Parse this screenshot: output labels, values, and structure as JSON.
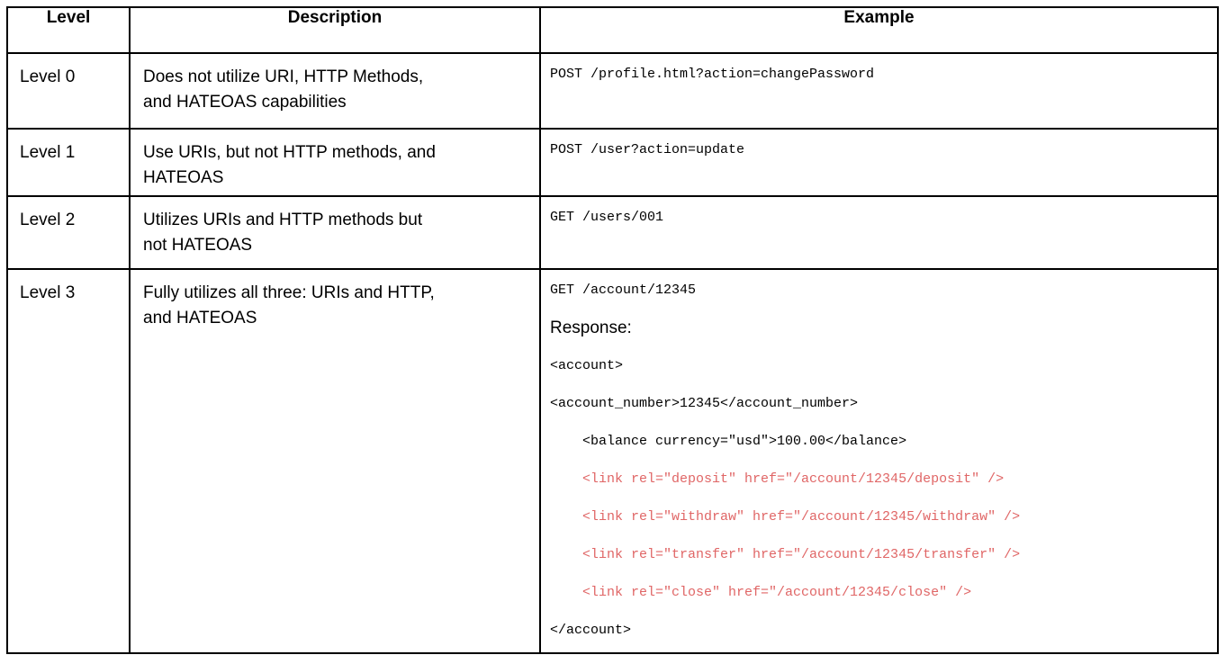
{
  "colors": {
    "border": "#000000",
    "text": "#000000",
    "code_red": "#e06666",
    "background": "#ffffff"
  },
  "table": {
    "headers": {
      "level": "Level",
      "description": "Description",
      "example": "Example"
    },
    "rows": [
      {
        "level": "Level 0",
        "description": "Does not utilize URI, HTTP Methods, and HATEOAS capabilities",
        "example_lines": [
          {
            "text": "POST /profile.html?action=changePassword",
            "style": "line-mono"
          }
        ]
      },
      {
        "level": "Level 1",
        "description": "Use URIs, but not HTTP methods, and HATEOAS",
        "example_lines": [
          {
            "text": "POST /user?action=update",
            "style": "line-mono"
          }
        ]
      },
      {
        "level": "Level 2",
        "description": "Utilizes URIs and HTTP methods but not HATEOAS",
        "example_lines": [
          {
            "text": "GET /users/001",
            "style": "line-mono"
          }
        ]
      },
      {
        "level": "Level 3",
        "description": "Fully utilizes all three: URIs and HTTP, and HATEOAS",
        "example_lines": [
          {
            "text": "GET /account/12345",
            "style": "line-mono"
          },
          {
            "text": "Response:",
            "style": "line-sans"
          },
          {
            "text": "<account>",
            "style": "line-mono"
          },
          {
            "text": "<account_number>12345</account_number>",
            "style": "line-mono"
          },
          {
            "text": "    <balance currency=\"usd\">100.00</balance>",
            "style": "line-mono"
          },
          {
            "text": "    <link rel=\"deposit\" href=\"/account/12345/deposit\" />",
            "style": "line-mono-red"
          },
          {
            "text": "    <link rel=\"withdraw\" href=\"/account/12345/withdraw\" />",
            "style": "line-mono-red"
          },
          {
            "text": "    <link rel=\"transfer\" href=\"/account/12345/transfer\" />",
            "style": "line-mono-red"
          },
          {
            "text": "    <link rel=\"close\" href=\"/account/12345/close\" />",
            "style": "line-mono-red"
          },
          {
            "text": "</account>",
            "style": "line-mono"
          }
        ]
      }
    ]
  }
}
